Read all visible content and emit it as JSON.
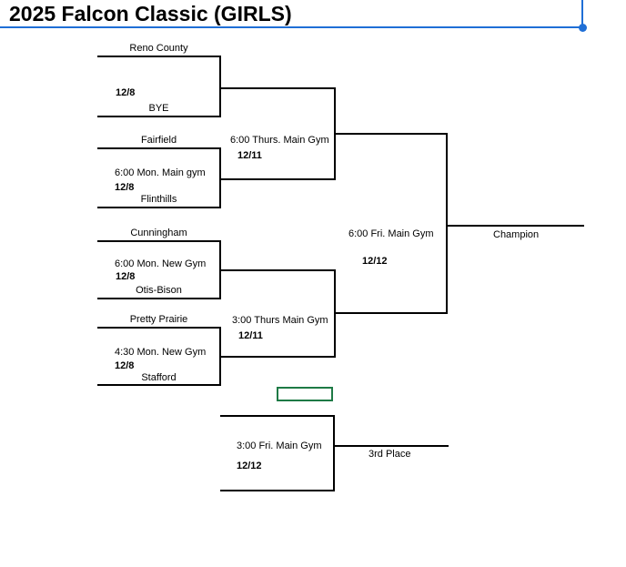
{
  "title": "2025 Falcon Classic (GIRLS)",
  "colors": {
    "accent_blue": "#1f6fd6",
    "highlight_green": "#1e7a45",
    "line_black": "#000000"
  },
  "bracket": {
    "round1": [
      {
        "top_team": "Reno County",
        "bottom_team": "BYE",
        "game_info": "",
        "date": "12/8"
      },
      {
        "top_team": "Fairfield",
        "bottom_team": "Flinthills",
        "game_info": "6:00 Mon. Main gym",
        "date": "12/8"
      },
      {
        "top_team": "Cunningham",
        "bottom_team": "Otis-Bison",
        "game_info": "6:00 Mon. New Gym",
        "date": "12/8"
      },
      {
        "top_team": "Pretty Prairie",
        "bottom_team": "Stafford",
        "game_info": "4:30 Mon. New Gym",
        "date": "12/8"
      }
    ],
    "semifinals": [
      {
        "game_info": "6:00 Thurs. Main Gym",
        "date": "12/11"
      },
      {
        "game_info": "3:00 Thurs Main Gym",
        "date": "12/11"
      }
    ],
    "championship": {
      "game_info": "6:00 Fri. Main Gym",
      "date": "12/12",
      "winner_label": "Champion"
    },
    "third_place": {
      "game_info": "3:00 Fri. Main Gym",
      "date": "12/12",
      "winner_label": "3rd Place"
    }
  }
}
